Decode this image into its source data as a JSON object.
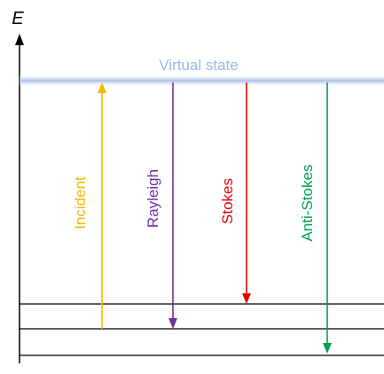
{
  "axis": {
    "label": "E"
  },
  "virtual_state": {
    "label": "Virtual state",
    "color": "#9db5e6"
  },
  "transitions": [
    {
      "id": "incident",
      "label": "Incident",
      "direction": "up",
      "color": "#f5b800"
    },
    {
      "id": "rayleigh",
      "label": "Rayleigh",
      "direction": "down",
      "color": "#7030a0"
    },
    {
      "id": "stokes",
      "label": "Stokes",
      "direction": "down",
      "color": "#e00000"
    },
    {
      "id": "anti-stokes",
      "label": "Anti-Stokes",
      "direction": "down",
      "color": "#00a050"
    }
  ]
}
